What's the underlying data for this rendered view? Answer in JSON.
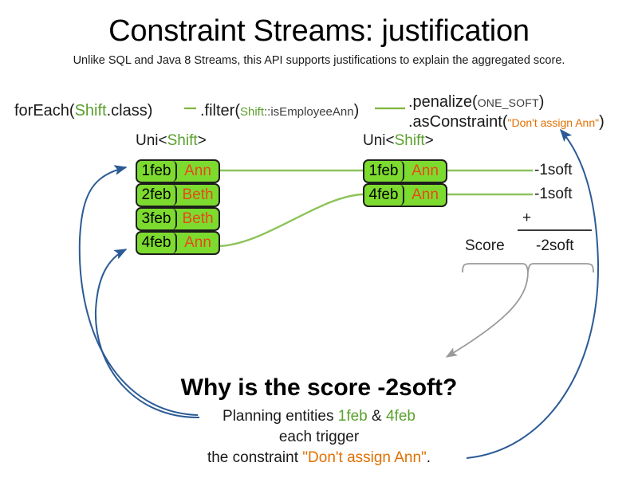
{
  "title": "Constraint Streams: justification",
  "subtitle": "Unlike SQL and Java 8 Streams, this API supports justifications to explain the aggregated score.",
  "code": {
    "foreach": {
      "prefix": "forEach(",
      "type": "Shift",
      "suffix": ".class)"
    },
    "filter": {
      "prefix": ".filter(",
      "type": "Shift",
      "method": "::isEmployeeAnn",
      "suffix": ")"
    },
    "penalize": {
      "prefix": ".penalize(",
      "constant": "ONE_SOFT",
      "suffix": ")"
    },
    "as_constraint": {
      "prefix": ".asConstraint(",
      "string": "\"Don't assign Ann\"",
      "suffix": ")"
    }
  },
  "stream_labels": {
    "left": {
      "prefix": "Uni<",
      "type": "Shift",
      "suffix": ">"
    },
    "right": {
      "prefix": "Uni<",
      "type": "Shift",
      "suffix": ">"
    }
  },
  "left_stack": [
    {
      "date": "1feb",
      "employee": "Ann"
    },
    {
      "date": "2feb",
      "employee": "Beth"
    },
    {
      "date": "3feb",
      "employee": "Beth"
    },
    {
      "date": "4feb",
      "employee": "Ann"
    }
  ],
  "right_stack": [
    {
      "date": "1feb",
      "employee": "Ann"
    },
    {
      "date": "4feb",
      "employee": "Ann"
    }
  ],
  "score_panel": {
    "penalties": [
      "-1soft",
      "-1soft"
    ],
    "operator": "+",
    "score_label": "Score",
    "total": "-2soft"
  },
  "explanation": {
    "heading": "Why is the score -2soft?",
    "line1_prefix": "Planning entities ",
    "line1_entity_a": "1feb",
    "line1_conjunction": " & ",
    "line1_entity_b": "4feb",
    "line2": "each trigger",
    "line3_prefix": "the constraint ",
    "line3_constraint": "\"Don't assign Ann\"",
    "line3_suffix": "."
  },
  "colors": {
    "card_fill": "#7ddb2f",
    "card_border": "#1c1c1c",
    "employee_text": "#e64a19",
    "type_green": "#5aa02c",
    "string_orange": "#e07000",
    "connector_green": "#8dc35a",
    "arrow_blue": "#2b5b96",
    "brace_gray": "#9a9a9a"
  }
}
